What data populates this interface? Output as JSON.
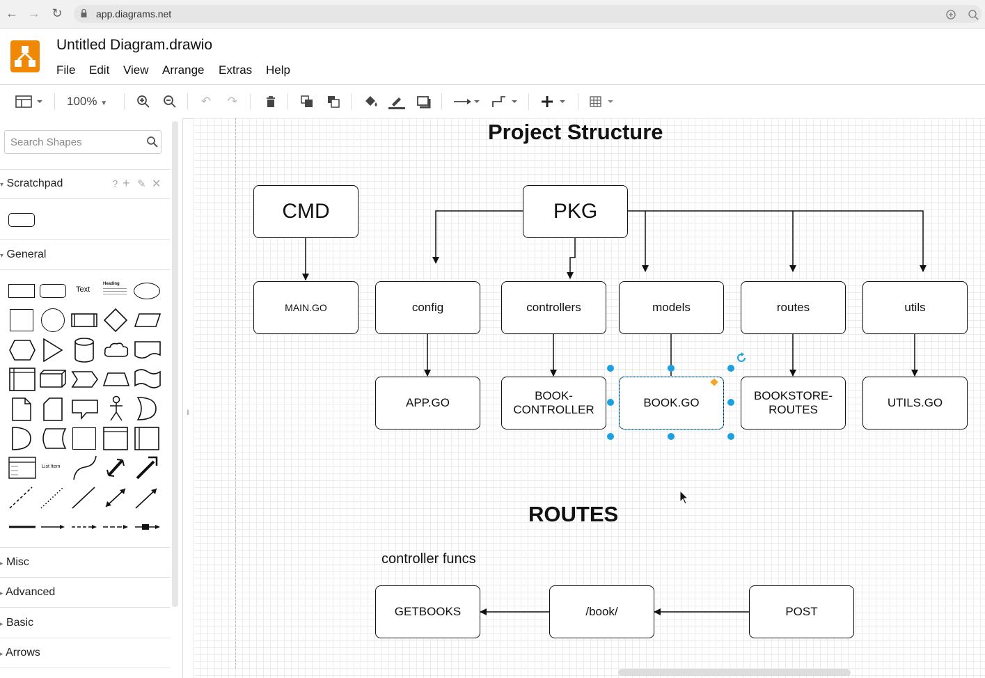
{
  "browser": {
    "url": "app.diagrams.net"
  },
  "app": {
    "title": "Untitled Diagram.drawio"
  },
  "menu": [
    "File",
    "Edit",
    "View",
    "Arrange",
    "Extras",
    "Help"
  ],
  "toolbar": {
    "zoom": "100%"
  },
  "sidebar": {
    "search_placeholder": "Search Shapes",
    "sections": {
      "scratchpad": "Scratchpad",
      "general": "General",
      "misc": "Misc",
      "advanced": "Advanced",
      "basic": "Basic",
      "arrows": "Arrows"
    },
    "shape_labels": {
      "text": "Text",
      "heading": "Heading",
      "list_item": "List Item"
    }
  },
  "diagram": {
    "title": "Project Structure",
    "cmd": "CMD",
    "pkg": "PKG",
    "main_go": "MAIN.GO",
    "config": "config",
    "controllers": "controllers",
    "models": "models",
    "routes": "routes",
    "utils": "utils",
    "app_go": "APP.GO",
    "book_controller": "BOOK-\nCONTROLLER",
    "book_go": "BOOK.GO",
    "bookstore_routes": "BOOKSTORE-\nROUTES",
    "utils_go": "UTILS.GO",
    "routes_heading": "ROUTES",
    "controller_funcs": "controller funcs",
    "getbooks": "GETBOOKS",
    "book_path": "/book/",
    "post": "POST"
  },
  "colors": {
    "accent": "#f08705",
    "selection": "#1ba1e2"
  }
}
